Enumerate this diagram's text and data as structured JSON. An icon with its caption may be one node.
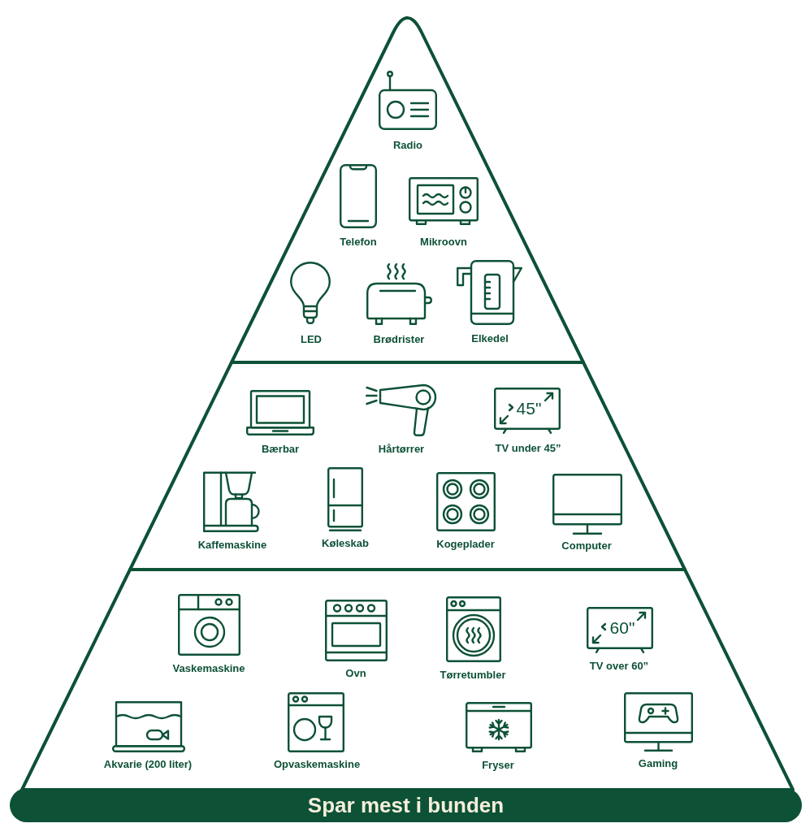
{
  "diagram": {
    "nodes": [
      {
        "text": [
          "Radio",
          "Telefon",
          "Mikroovn",
          "LED",
          "Brødrister",
          "Elkedel"
        ]
      },
      {
        "text": [
          "Bærbar",
          "Hårtørrer",
          "TV under 45”",
          "Kaffemaskine",
          "Køleskab",
          "Kogeplader",
          "Computer"
        ]
      },
      {
        "text": [
          "Vaskemaskine",
          "Ovn",
          "Tørretumbler",
          "TV over 60”",
          "Akvarie (200 liter)",
          "Opvaskemaskine",
          "Fryser",
          "Gaming"
        ]
      },
      {
        "text": [
          "Spar mest i bunden"
        ]
      }
    ],
    "labels": [
      "45\"",
      "60\""
    ]
  }
}
